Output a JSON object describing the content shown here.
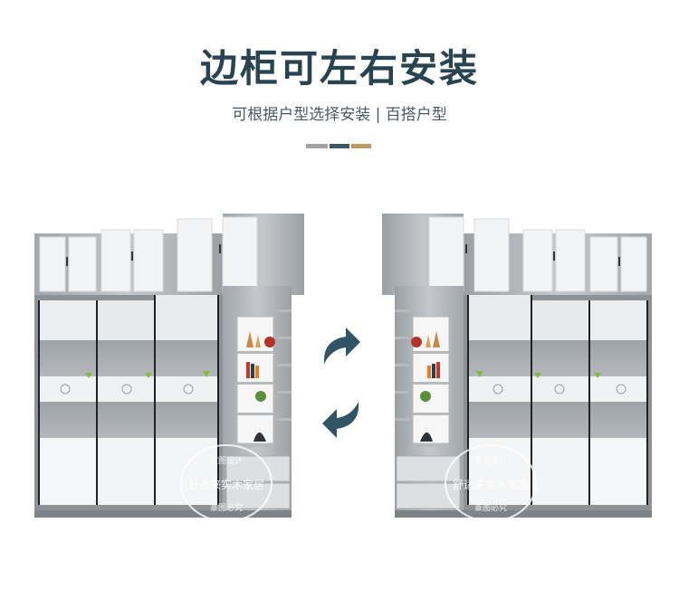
{
  "header": {
    "title": "边柜可左右安装",
    "subtitle": "可根据户型选择安装 | 百搭户型"
  },
  "divider_colors": [
    "#a3a3a3",
    "#3b5866",
    "#c39a5e"
  ],
  "theme": {
    "title_color": "#274450",
    "arrow_color": "#2f5565",
    "cabinet_frame": "#9aa0a6"
  },
  "icons": {
    "rotate_top": "curved-arrow-right-icon",
    "rotate_bottom": "curved-arrow-left-icon"
  },
  "watermark": {
    "arc_top": "家图设计",
    "center": "舒适来实木家居",
    "arc_bottom": "篆图必究"
  }
}
